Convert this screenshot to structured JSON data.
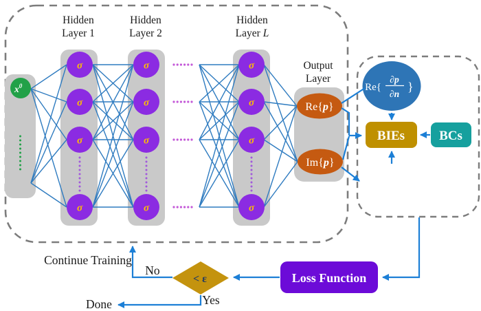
{
  "colors": {
    "node_purple": "#8B2BE2",
    "sigma_gold": "#FFC000",
    "input_green": "#22A148",
    "panel_gray": "#C9C9C9",
    "edge_blue": "#2E7BC0",
    "arrow_blue": "#1C7FD6",
    "output_orange": "#C55A11",
    "deriv_blue": "#2E75B6",
    "bies_gold": "#BF9000",
    "bcs_teal": "#16A09E",
    "loss_purple": "#6C0BD8",
    "diamond_gold": "#C4930E",
    "epsilon_navy": "#1F3864",
    "dash_gray": "#7C7C7C"
  },
  "network": {
    "sigma": "σ",
    "input": {
      "base": "x",
      "sup": "0"
    },
    "hidden1": {
      "line1": "Hidden",
      "line2": "Layer 1"
    },
    "hidden2": {
      "line1": "Hidden",
      "line2": "Layer 2"
    },
    "hiddenL": {
      "line1": "Hidden",
      "line2_prefix": "Layer ",
      "line2_italic": "L"
    },
    "output_title": {
      "line1": "Output",
      "line2": "Layer"
    },
    "re_p": {
      "prefix": "Re{",
      "var": "p",
      "suffix": "}"
    },
    "im_p": {
      "prefix": "Im{",
      "var": "p",
      "suffix": "}"
    }
  },
  "bie_panel": {
    "deriv": {
      "prefix": "Re{",
      "numerator": "∂p",
      "denominator": "∂n",
      "suffix": "}"
    },
    "bies_label": "BIEs",
    "bcs_label": "BCs"
  },
  "flow": {
    "loss_label": "Loss Function",
    "condition_label": "< ε",
    "continue_label": "Continue Training",
    "no_label": "No",
    "yes_label": "Yes",
    "done_label": "Done"
  }
}
